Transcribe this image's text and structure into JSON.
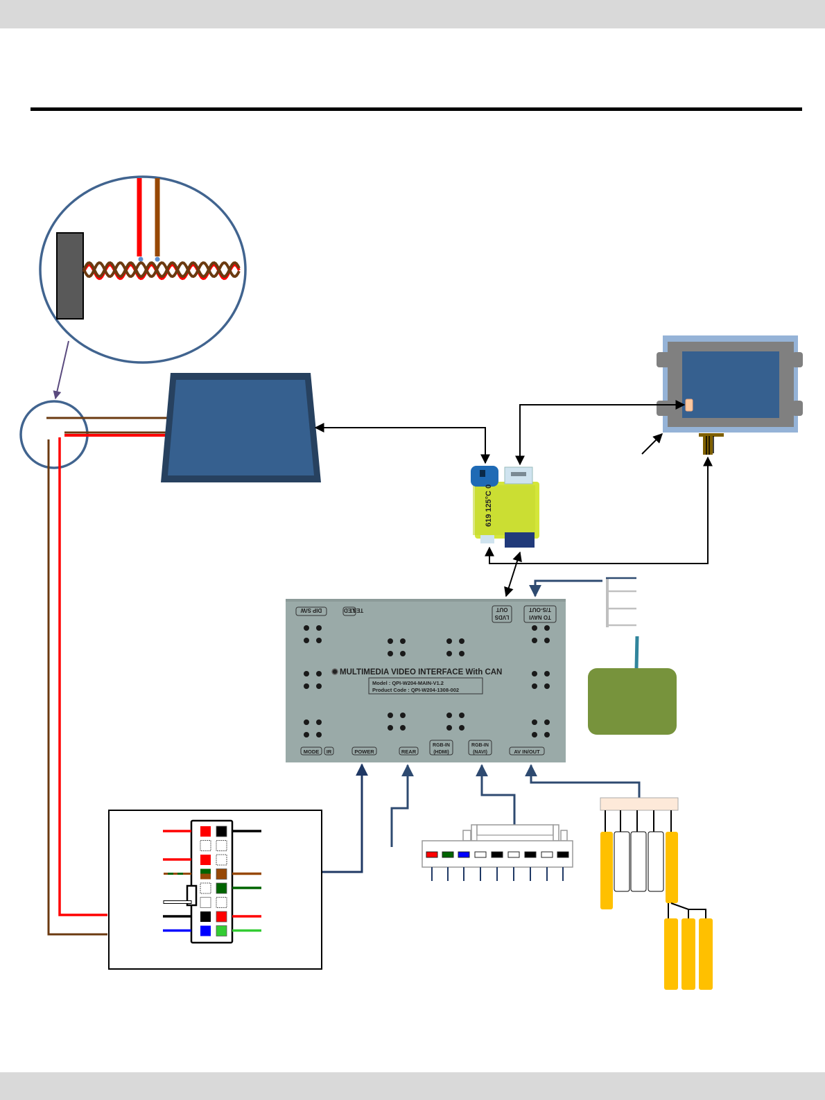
{
  "page": {
    "header_band": "",
    "footer_band": ""
  },
  "colors": {
    "band_gray": "#d9d9d9",
    "navy_line": "#1f3864",
    "circle_blue": "#41648f",
    "screen_blue": "#36608f",
    "screen_frame": "#27415f",
    "wire_red": "#ff0000",
    "wire_brown": "#8b4513",
    "wire_dark_brown": "#5c3310",
    "yellow_plug": "#ffc000",
    "olive_box": "#77933c",
    "module_gray": "#9aaaa8"
  },
  "interface_box": {
    "title": "MULTIMEDIA VIDEO INTERFACE With CAN",
    "model": "Model : QPI-W204-MAIN-V1.2",
    "product_code": "Product Code : QPI-W204-1308-002",
    "top_labels": [
      {
        "text": "DIP S/W",
        "mirrored": true
      },
      {
        "text": "TEST",
        "mirrored": true
      },
      {
        "text": "LED",
        "mirrored": true
      },
      {
        "text": "LVDS OUT",
        "line1": "OUT",
        "line2": "LVDS",
        "mirrored": true
      },
      {
        "text": "TO NAVI T/S-OUT",
        "line1": "T/S-OUT",
        "line2": "TO NAVI",
        "mirrored": true
      }
    ],
    "bottom_labels": {
      "mode": "MODE",
      "ir": "IR",
      "power": "POWER",
      "rear": "REAR",
      "rgb_hdmi_1": "RGB-IN",
      "rgb_hdmi_2": "(HDMI)",
      "rgb_navi_1": "RGB-IN",
      "rgb_navi_2": "(NAVI)",
      "av": "AV IN/OUT"
    }
  },
  "adapter": {
    "print_text": "619 125°C 0"
  },
  "power_connector": {
    "pins_left": [
      "red",
      "empty",
      "red",
      "green-brown",
      "empty",
      "white",
      "black",
      "blue"
    ],
    "pins_right": [
      "black",
      "empty",
      "empty",
      "brown",
      "green",
      "empty",
      "red",
      "lime"
    ],
    "wires_left": [
      "red",
      "none",
      "red",
      "green-brown-striped",
      "none",
      "white",
      "black",
      "blue"
    ],
    "wires_right": [
      "black",
      "none",
      "none",
      "brown",
      "green",
      "none",
      "red",
      "lime"
    ]
  },
  "rgb_connector": {
    "pins": [
      "red",
      "green",
      "blue",
      "white",
      "black",
      "white",
      "black",
      "white",
      "black"
    ]
  },
  "av_harness": {
    "plugs_top": [
      "yellow",
      "white",
      "white",
      "white",
      "yellow"
    ],
    "plugs_split": [
      "yellow",
      "yellow",
      "yellow"
    ]
  }
}
